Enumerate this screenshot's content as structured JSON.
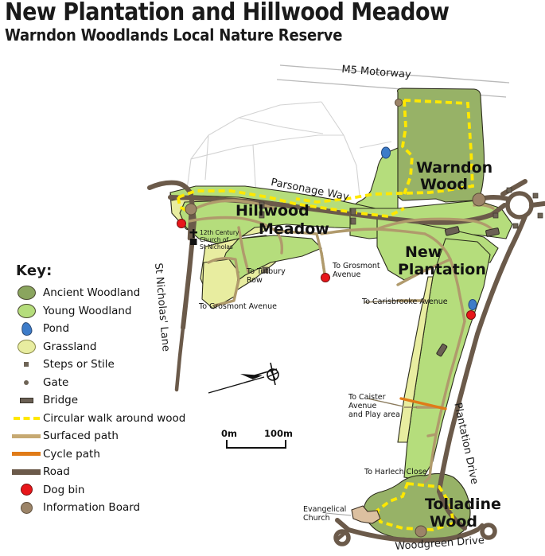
{
  "title": {
    "main": "New Plantation and Hillwood Meadow",
    "sub": "Warndon Woodlands Local Nature Reserve"
  },
  "key": {
    "heading": "Key:",
    "items": [
      {
        "label": "Ancient Woodland",
        "icon": "ancient-woodland-swatch",
        "color": "#8aa55e"
      },
      {
        "label": "Young Woodland",
        "icon": "young-woodland-swatch",
        "color": "#b5dd7c"
      },
      {
        "label": "Pond",
        "icon": "pond-swatch",
        "color": "#3d7cc9"
      },
      {
        "label": "Grassland",
        "icon": "grassland-swatch",
        "color": "#e8eda0"
      },
      {
        "label": "Steps or Stile",
        "icon": "steps-or-stile-swatch",
        "color": "#6e6456"
      },
      {
        "label": "Gate",
        "icon": "gate-swatch",
        "color": "#6e6456"
      },
      {
        "label": "Bridge",
        "icon": "bridge-swatch",
        "color": "#6b6054"
      },
      {
        "label": "Circular walk around wood",
        "icon": "circular-walk-swatch",
        "color": "#ffe800"
      },
      {
        "label": "Surfaced path",
        "icon": "surfaced-path-swatch",
        "color": "#c6a972"
      },
      {
        "label": "Cycle path",
        "icon": "cycle-path-swatch",
        "color": "#e07b18"
      },
      {
        "label": "Road",
        "icon": "road-swatch",
        "color": "#6b5a4a"
      },
      {
        "label": "Dog bin",
        "icon": "dog-bin-swatch",
        "color": "#e8161a"
      },
      {
        "label": "Information Board",
        "icon": "information-board-swatch",
        "color": "#9c8468"
      }
    ]
  },
  "scale": {
    "start": "0m",
    "end": "100m"
  },
  "compass": {
    "name": "north-arrow"
  },
  "map_labels": {
    "warndon_wood": "Warndon\nWood",
    "warndon_wood_line1": "Warndon",
    "warndon_wood_line2": "Wood",
    "hillwood": "Hillwood",
    "meadow": "Meadow",
    "new_plantation_line1": "New",
    "new_plantation_line2": "Plantation",
    "tolladine_line1": "Tolladine",
    "tolladine_line2": "Wood",
    "m5_motorway": "M5 Motorway",
    "parsonage_way": "Parsonage Way",
    "st_nicholas_lane": "St Nicholas' Lane",
    "plantation_drive": "Plantation Drive",
    "woodgreen_drive": "Woodgreen Drive",
    "church_note": "12th Century\nChurch of\nSt Nicholas",
    "church_note_line1": "12th Century",
    "church_note_line2": "Church of",
    "church_note_line3": "St Nicholas",
    "evangelical_church_line1": "Evangelical",
    "evangelical_church_line2": "Church",
    "to_tutbury_row_line1": "To Tutbury",
    "to_tutbury_row_line2": "Row",
    "to_grosmont_avenue_left": "To Grosmont  Avenue",
    "to_grosmont_avenue_line1": "To Grosmont",
    "to_grosmont_avenue_line2": "Avenue",
    "to_carisbrooke_avenue": "To Carisbrooke Avenue",
    "to_caister_line1": "To Caister Avenue",
    "to_caister_line2": "and Play area",
    "to_harlech_close": "To Harlech Close"
  },
  "colors": {
    "ancient_woodland": "#97b267",
    "young_woodland": "#b5dd7c",
    "grassland": "#e8eda0",
    "road": "#6b5a4a",
    "surfaced_path": "#b09a6c",
    "cycle_path": "#e07b18",
    "circular_walk": "#ffe800",
    "pond": "#3d7cc9",
    "dog_bin": "#e8161a",
    "info_board": "#9c8468",
    "building": "#dcc0a0",
    "field_line": "#cfcfcf",
    "motorway_line": "#b8b8b8"
  }
}
